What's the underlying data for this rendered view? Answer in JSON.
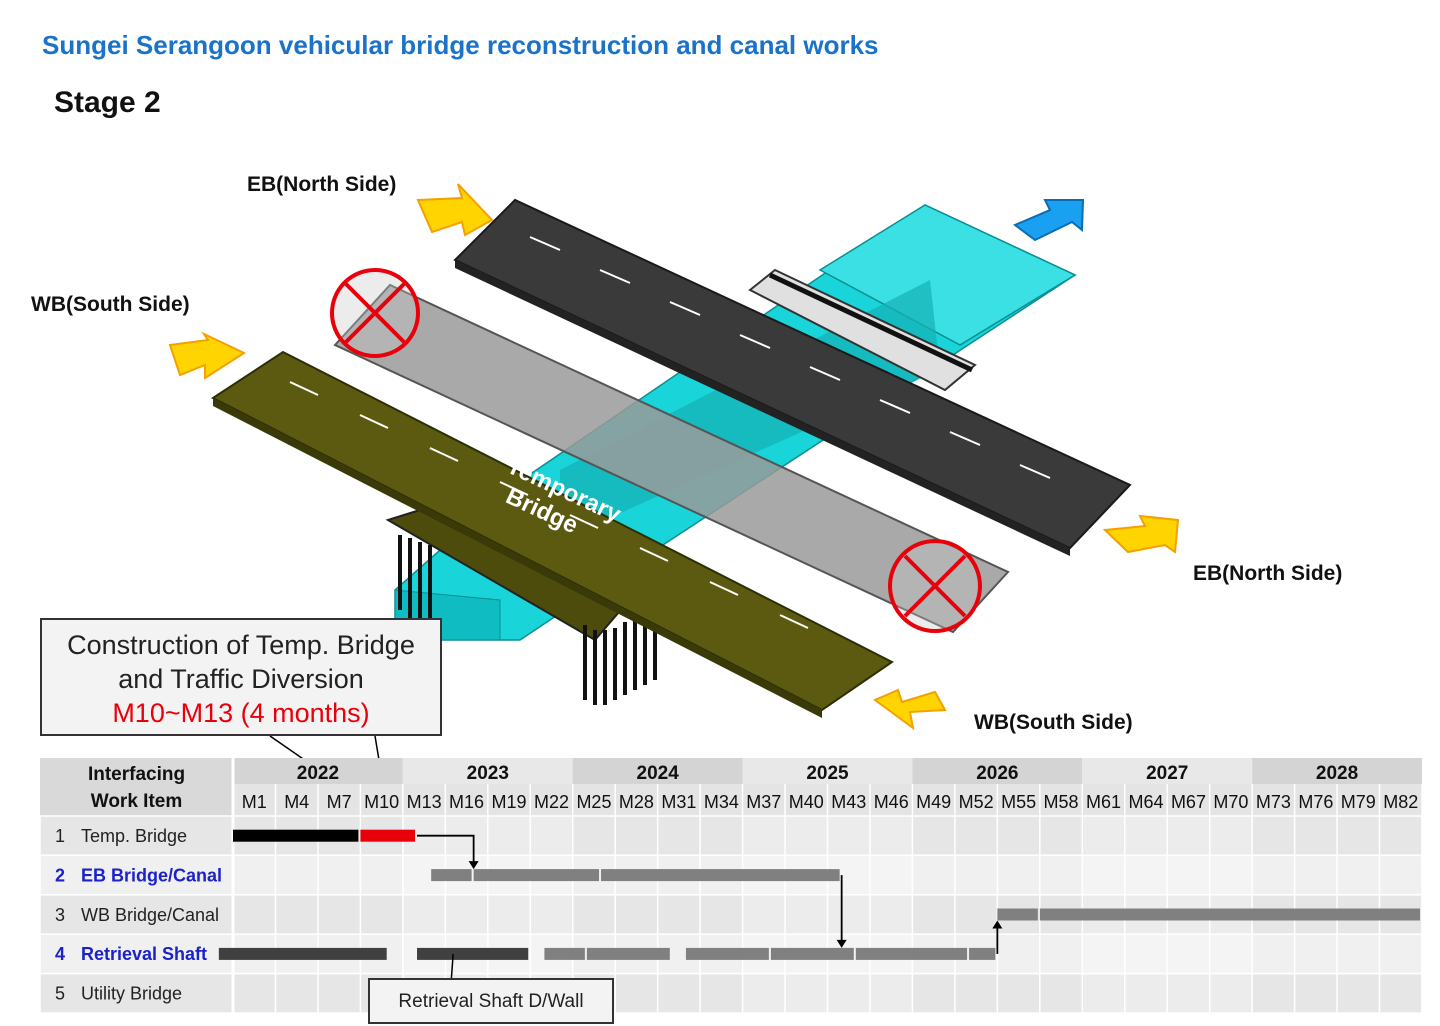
{
  "title": "Sungei Serangoon vehicular bridge reconstruction and canal works",
  "stage": "Stage 2",
  "directions": {
    "eb_top": "EB(North Side)",
    "wb_left": "WB(South Side)",
    "eb_right": "EB(North Side)",
    "wb_bottom": "WB(South Side)"
  },
  "temp_bridge_label": [
    "Temporary",
    "Bridge"
  ],
  "callout": {
    "line1": "Construction of Temp. Bridge",
    "line2": "and Traffic Diversion",
    "line3": "M10~M13 (4 months)"
  },
  "dwall_label": "Retrieval Shaft D/Wall",
  "colors": {
    "title": "#1a73c8",
    "deck_dark": "#3a3a3a",
    "deck_grey": "#9a9a9a",
    "deck_olive": "#5b5a10",
    "canal": "#19d4d8",
    "arrow_yellow": "#ffd400",
    "arrow_blue": "#1aa0f0",
    "highlight_red": "#e8000b"
  },
  "gantt": {
    "header_item": [
      "Interfacing",
      "Work Item"
    ],
    "years": [
      "2022",
      "2023",
      "2024",
      "2025",
      "2026",
      "2027",
      "2028"
    ],
    "months": [
      "M1",
      "M4",
      "M7",
      "M10",
      "M13",
      "M16",
      "M19",
      "M22",
      "M25",
      "M28",
      "M31",
      "M34",
      "M37",
      "M40",
      "M43",
      "M46",
      "M49",
      "M52",
      "M55",
      "M58",
      "M61",
      "M64",
      "M67",
      "M70",
      "M73",
      "M76",
      "M79",
      "M82"
    ],
    "rows": [
      {
        "no": "1",
        "label": "Temp. Bridge",
        "highlight": false
      },
      {
        "no": "2",
        "label": "EB Bridge/Canal",
        "highlight": true
      },
      {
        "no": "3",
        "label": "WB Bridge/Canal",
        "highlight": false
      },
      {
        "no": "4",
        "label": "Retrieval Shaft",
        "highlight": true
      },
      {
        "no": "5",
        "label": "Utility Bridge",
        "highlight": false
      }
    ],
    "bars": [
      {
        "row": 0,
        "start": 1,
        "end": 10,
        "color": "#000000"
      },
      {
        "row": 0,
        "start": 10,
        "end": 14,
        "color": "#e8000b"
      },
      {
        "row": 1,
        "start": 15,
        "end": 18,
        "color": "#808080"
      },
      {
        "row": 1,
        "start": 18,
        "end": 27,
        "color": "#808080"
      },
      {
        "row": 1,
        "start": 27,
        "end": 44,
        "color": "#808080"
      },
      {
        "row": 2,
        "start": 55,
        "end": 58,
        "color": "#808080"
      },
      {
        "row": 2,
        "start": 58,
        "end": 85,
        "color": "#808080"
      },
      {
        "row": 3,
        "start": 0,
        "end": 12,
        "color": "#404040"
      },
      {
        "row": 3,
        "start": 14,
        "end": 22,
        "color": "#404040"
      },
      {
        "row": 3,
        "start": 23,
        "end": 26,
        "color": "#808080"
      },
      {
        "row": 3,
        "start": 26,
        "end": 32,
        "color": "#808080"
      },
      {
        "row": 3,
        "start": 33,
        "end": 39,
        "color": "#808080"
      },
      {
        "row": 3,
        "start": 39,
        "end": 45,
        "color": "#808080"
      },
      {
        "row": 3,
        "start": 45,
        "end": 53,
        "color": "#808080"
      },
      {
        "row": 3,
        "start": 53,
        "end": 55,
        "color": "#808080"
      }
    ],
    "links": [
      {
        "from_row": 0,
        "at": 14,
        "to_row": 1,
        "to": 18
      },
      {
        "from_row": 1,
        "at": 44,
        "to_row": 3,
        "to": 44
      },
      {
        "from_row": 3,
        "at": 55,
        "to_row": 2,
        "to": 55
      }
    ]
  }
}
